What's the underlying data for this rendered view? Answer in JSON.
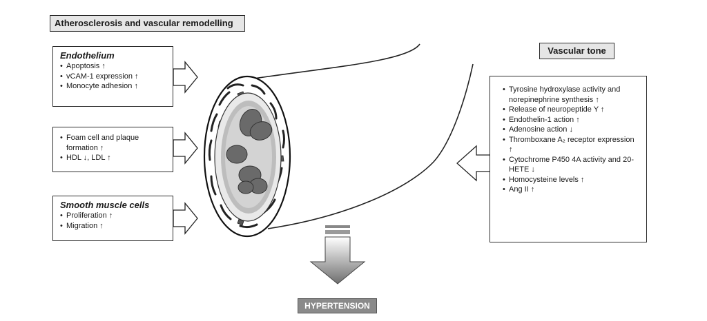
{
  "header": {
    "title": "Atherosclerosis and vascular remodelling"
  },
  "endothelium": {
    "heading": "Endothelium",
    "items": [
      "Apoptosis ↑",
      "vCAM-1 expression ↑",
      "Monocyte adhesion ↑"
    ]
  },
  "foam": {
    "items": [
      "Foam cell and plaque formation ↑",
      "HDL ↓, LDL ↑"
    ]
  },
  "smooth": {
    "heading": "Smooth muscle cells",
    "items": [
      "Proliferation ↑",
      "Migration ↑"
    ]
  },
  "tone": {
    "title": "Vascular tone",
    "items": [
      "Tyrosine hydroxylase activity and norepinephrine synthesis ↑",
      "Release of neuropeptide Y ↑",
      "Endothelin-1 action ↑",
      "Adenosine action ↓",
      "Thromboxane A₂ receptor expression ↑",
      "Cytochrome P450 4A activity and 20-HETE ↓",
      "Homocysteine levels ↑",
      "Ang II ↑"
    ]
  },
  "outcome": {
    "label": "HYPERTENSION"
  }
}
